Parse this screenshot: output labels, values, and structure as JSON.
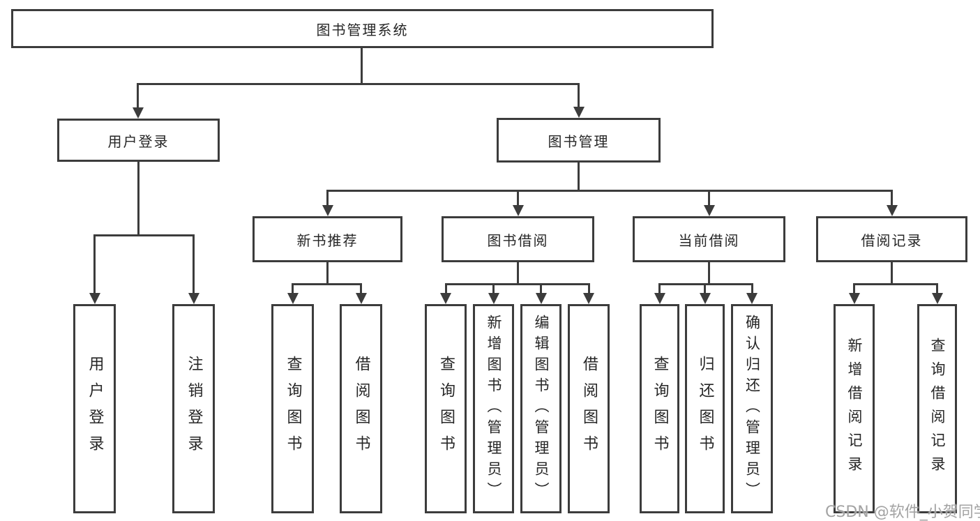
{
  "diagram_type": "hierarchy-tree",
  "colors": {
    "line": "#3c3c3c",
    "text": "#262626",
    "background": "#ffffff",
    "watermark": "#9e9e9e"
  },
  "tree": {
    "root": {
      "label": "图书管理系统",
      "children": [
        {
          "label": "用户登录",
          "children": [
            {
              "label": "用户登录"
            },
            {
              "label": "注销登录"
            }
          ]
        },
        {
          "label": "图书管理",
          "children": [
            {
              "label": "新书推荐",
              "children": [
                {
                  "label": "查询图书"
                },
                {
                  "label": "借阅图书"
                }
              ]
            },
            {
              "label": "图书借阅",
              "children": [
                {
                  "label": "查询图书"
                },
                {
                  "label": "新增图书（管理员）"
                },
                {
                  "label": "编辑图书（管理员）"
                },
                {
                  "label": "借阅图书"
                }
              ]
            },
            {
              "label": "当前借阅",
              "children": [
                {
                  "label": "查询图书"
                },
                {
                  "label": "归还图书"
                },
                {
                  "label": "确认归还（管理员）"
                }
              ]
            },
            {
              "label": "借阅记录",
              "children": [
                {
                  "label": "新增借阅记录"
                },
                {
                  "label": "查询借阅记录"
                }
              ]
            }
          ]
        }
      ]
    }
  },
  "watermark": {
    "text": "CSDN @软件_小贺同学"
  }
}
